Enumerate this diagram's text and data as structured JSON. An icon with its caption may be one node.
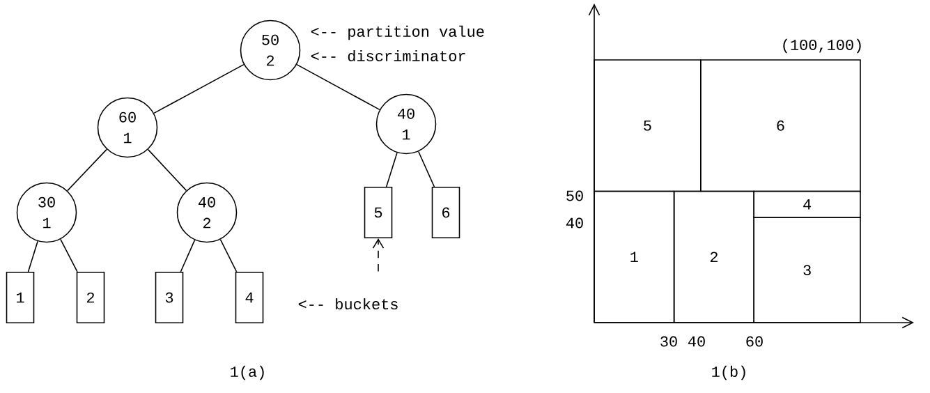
{
  "diagram": {
    "nodes": [
      {
        "text": [
          "50",
          "2"
        ]
      },
      {
        "text": [
          "60",
          "1"
        ]
      },
      {
        "text": [
          "40",
          "1"
        ]
      },
      {
        "text": [
          "30",
          "1"
        ]
      },
      {
        "text": [
          "40",
          "2"
        ]
      },
      {
        "text": [
          "5"
        ]
      },
      {
        "text": [
          "6"
        ]
      },
      {
        "text": [
          "1"
        ]
      },
      {
        "text": [
          "2"
        ]
      },
      {
        "text": [
          "3"
        ]
      },
      {
        "text": [
          "4"
        ]
      },
      {
        "text": [
          "5"
        ]
      },
      {
        "text": [
          "6"
        ]
      },
      {
        "text": [
          "4"
        ]
      },
      {
        "text": [
          "1"
        ]
      },
      {
        "text": [
          "2"
        ]
      },
      {
        "text": [
          "3"
        ]
      }
    ],
    "edges": [
      {
        "from": 0,
        "to": 1,
        "arrow": "none"
      },
      {
        "from": 0,
        "to": 2,
        "arrow": "none"
      },
      {
        "from": 1,
        "to": 3,
        "arrow": "none"
      },
      {
        "from": 1,
        "to": 4,
        "arrow": "none"
      },
      {
        "from": 2,
        "to": 5,
        "arrow": "none"
      },
      {
        "from": 2,
        "to": 6,
        "arrow": "none"
      },
      {
        "from": 3,
        "to": 7,
        "arrow": "none"
      },
      {
        "from": 3,
        "to": 8,
        "arrow": "none"
      },
      {
        "from": 4,
        "to": 9,
        "arrow": "none"
      },
      {
        "from": 4,
        "to": 10,
        "arrow": "none"
      },
      {
        "from": null,
        "to": 5,
        "arrow": "to",
        "style": "dashed"
      }
    ],
    "labels": [
      "<-- partition value",
      "<-- discriminator",
      "(100,100)",
      "50",
      "40",
      "<-- buckets",
      "30",
      "40",
      "60",
      "1(a)",
      "1(b)"
    ]
  }
}
